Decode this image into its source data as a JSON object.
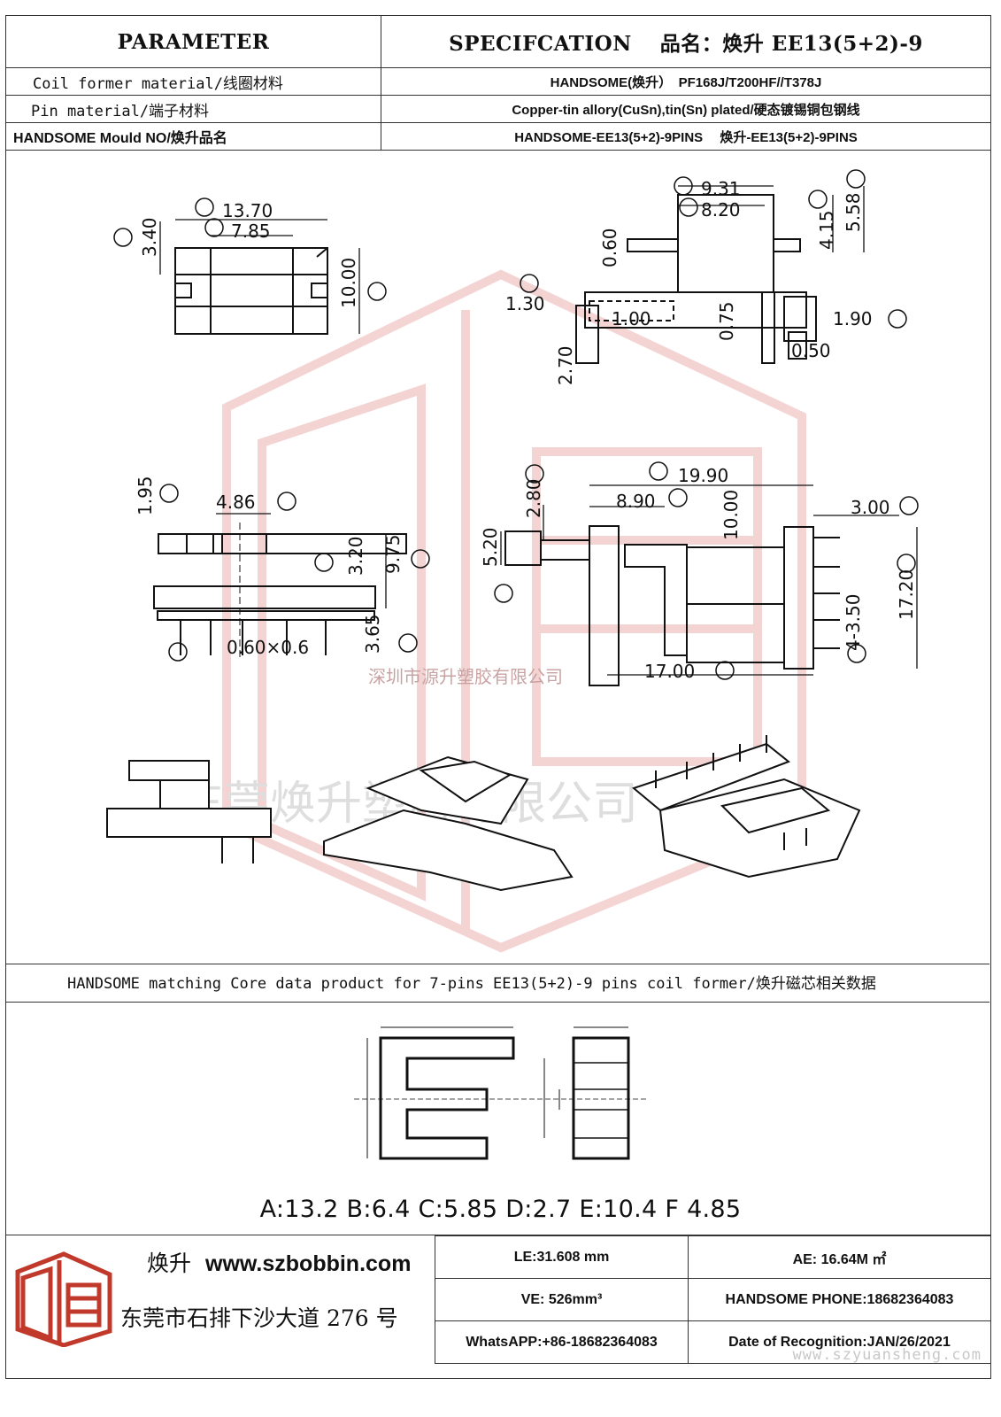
{
  "header": {
    "parameter": "PARAMETER",
    "specification": "SPECIFCATION　 品名：焕升 EE13(5+2)-9"
  },
  "rows": [
    {
      "label": "Coil former material/线圈材料",
      "value": "HANDSOME(焕升）　PF168J/T200HF//T378J"
    },
    {
      "label": "Pin material/端子材料",
      "value": "Copper-tin allory(CuSn),tin(Sn) plated/硬态镀锡铜包钢线"
    },
    {
      "label": "HANDSOME Mould NO/焕升品名",
      "value": "HANDSOME-EE13(5+2)-9PINS　 焕升-EE13(5+2)-9PINS"
    }
  ],
  "dimensions": {
    "A": "13.70",
    "B": "3.40",
    "C": "10.00",
    "D": "7.85",
    "E": "9.31",
    "F": "8.20",
    "G": "1.30",
    "H": "4.15",
    "I": "5.58",
    "J": "1.90",
    "K": "4.86",
    "L": "9.75",
    "M": "3.20",
    "N": "3.65",
    "O": "0.60×0.6",
    "P": "1.95",
    "Q": "5.20",
    "R": "2.80",
    "S": "19.90",
    "T": "8.90",
    "U": "3.00",
    "V": "17.20",
    "X": "17.00",
    "Y": "4-3.50",
    "side_top": "0.60",
    "side_a": "1.00",
    "side_b": "0.75",
    "side_c": "0.50",
    "side_d": "2.70",
    "top_ten": "10.00"
  },
  "watermarks": {
    "company_sz": "深圳市源升塑胶有限公司",
    "company_dg": "东莞焕升塑料有限公司",
    "url": "www.szyuansheng.com"
  },
  "core": {
    "caption": "HANDSOME matching Core data  product for 7-pins EE13(5+2)-9 pins coil former/焕升磁芯相关数据",
    "values": "A:13.2 B:6.4 C:5.85 D:2.7 E:10.4 F 4.85"
  },
  "footer": {
    "brand_cn": "焕升",
    "website": "www.szbobbin.com",
    "address": "东莞市石排下沙大道 276 号",
    "le": "LE:31.608 mm",
    "ae": "AE: 16.64M ㎡",
    "ve": "VE: 526mm³",
    "phone": "HANDSOME PHONE:18682364083",
    "whatsapp": "WhatsAPP:+86-18682364083",
    "date": "Date of Recognition:JAN/26/2021"
  },
  "colors": {
    "watermark_red": "#e8a0a0",
    "line": "#111111"
  }
}
